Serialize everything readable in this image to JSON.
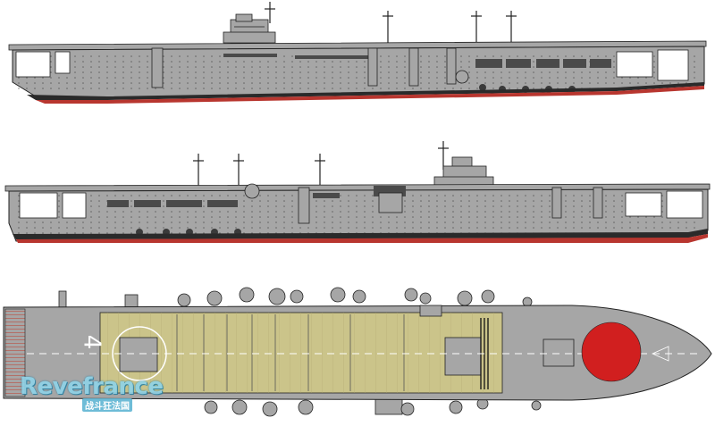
{
  "watermark": {
    "brand": "Revefrance",
    "subtitle": "战斗狂法国"
  },
  "deck_marking": {
    "hull_number": "4"
  },
  "colors": {
    "hull_gray": "#a6a6a6",
    "hull_dark": "#6e6e6e",
    "boot_top": "#2a2a2a",
    "bottom_paint": "#b8362f",
    "flight_deck_wood": "#cbc48a",
    "hinomaru": "#d11f1f",
    "outline": "#222222"
  }
}
